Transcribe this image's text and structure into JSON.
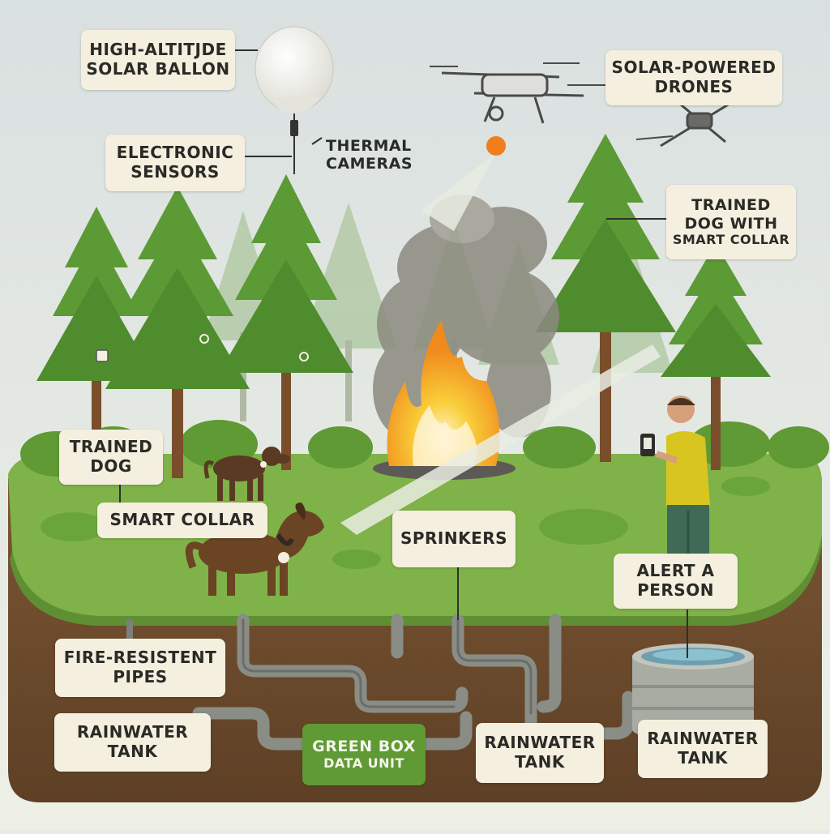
{
  "labels": {
    "balloon": [
      "HIGH-ALTITJDE",
      "SOLAR BALLON"
    ],
    "drones": [
      "SOLAR-POWERED",
      "DRONES"
    ],
    "sensors": [
      "ELECTRONIC",
      "SENSORS"
    ],
    "thermal": [
      "THERMAL",
      "CAMERAS"
    ],
    "dog_collar": [
      "TRAINED",
      "DOG WITH",
      "SMART COLLAR"
    ],
    "trained_dog": [
      "TRAINED",
      "DOG"
    ],
    "smart_collar": "SMART COLLAR",
    "sprinklers": "SPRINKERS",
    "alert": [
      "ALERT A",
      "PERSON"
    ],
    "pipes": [
      "FIRE-RESISTENT",
      "PIPES"
    ],
    "tank_left": [
      "RAINWATER",
      "TANK"
    ],
    "green_box": [
      "GREEN BOX",
      "DATA UNIT"
    ],
    "tank_mid": [
      "RAINWATER",
      "TANK"
    ],
    "tank_right": [
      "RAINWATER",
      "TANK"
    ]
  },
  "colors": {
    "sky": "#e6e9df",
    "grass": "#7fb248",
    "soil": "#6e4c2c",
    "tree": "#5b9a34",
    "trunk": "#7a4e2a",
    "fire": "#f6b81a",
    "smoke": "#8c8a80",
    "pipe": "#7d807a",
    "label_bg": "#f4efdf",
    "green_box": "#5f9a34",
    "shirt": "#d9c51f",
    "pants": "#3f6a55",
    "dog": "#5a3a22"
  }
}
